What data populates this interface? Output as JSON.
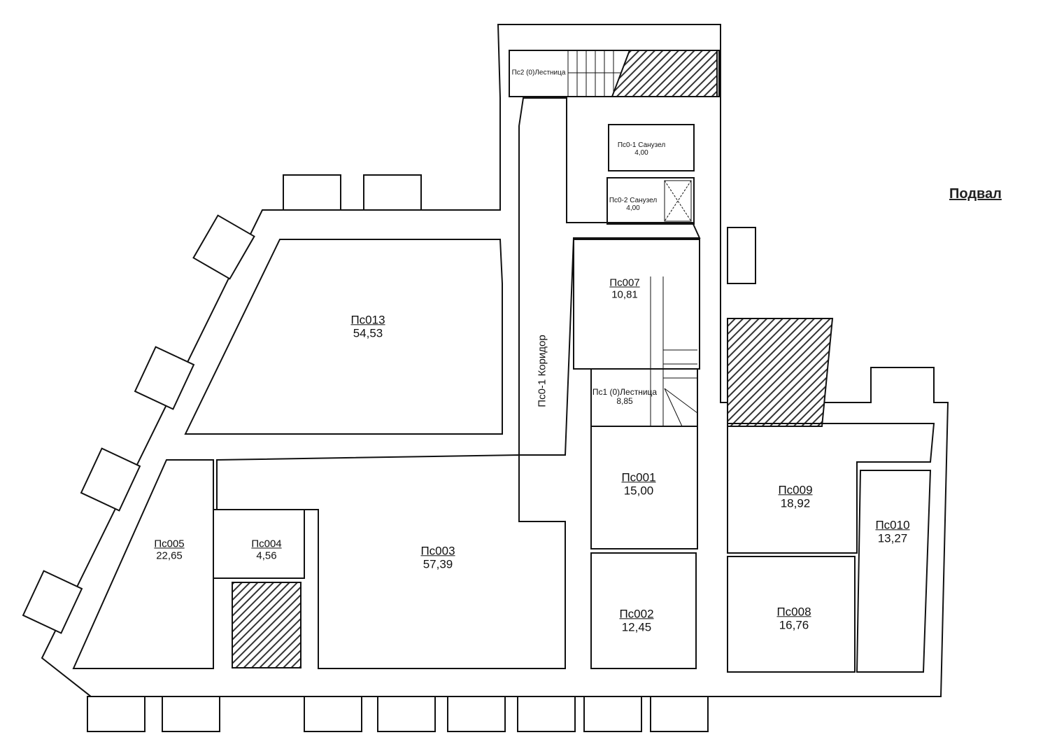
{
  "plan_title": "Подвал",
  "corridor_label": "Пс0-1 Коридор",
  "rooms": [
    {
      "name": "Пс2 (0)Лестница",
      "area": ""
    },
    {
      "name": "Пс0-1 Санузел",
      "area": "4,00"
    },
    {
      "name": "Пс0-2 Санузел",
      "area": "4,00"
    },
    {
      "name": "Пс013",
      "area": "54,53"
    },
    {
      "name": "Пс007",
      "area": "10,81"
    },
    {
      "name": "Пс1 (0)Лестница",
      "area": "8,85"
    },
    {
      "name": "Пс001",
      "area": "15,00"
    },
    {
      "name": "Пс009",
      "area": "18,92"
    },
    {
      "name": "Пс010",
      "area": "13,27"
    },
    {
      "name": "Пс005",
      "area": "22,65"
    },
    {
      "name": "Пс004",
      "area": "4,56"
    },
    {
      "name": "Пс003",
      "area": "57,39"
    },
    {
      "name": "Пс002",
      "area": "12,45"
    },
    {
      "name": "Пс008",
      "area": "16,76"
    }
  ],
  "colors": {
    "line": "#111111",
    "paper": "#ffffff"
  }
}
